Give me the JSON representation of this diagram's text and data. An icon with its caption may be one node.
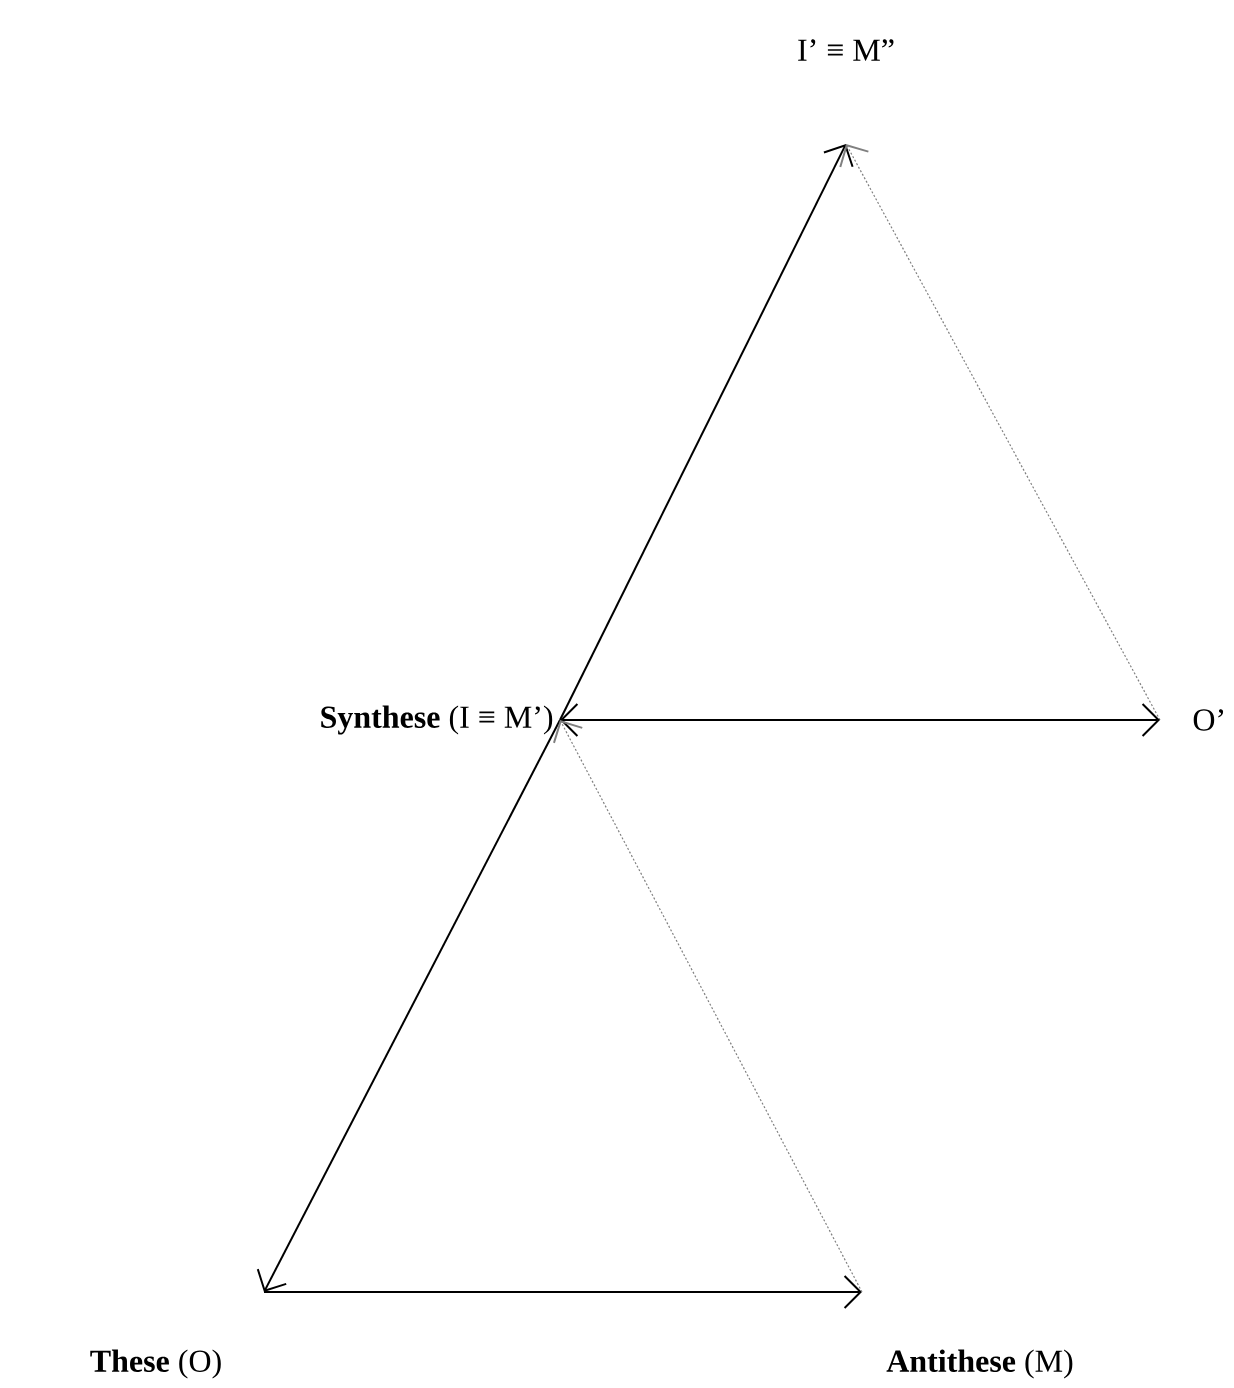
{
  "diagram": {
    "nodes": [
      {
        "text": [
          "I’ ≡ M”"
        ]
      },
      {
        "text": [
          "**Synthese** (I ≡ M’)"
        ]
      },
      {
        "text": [
          "O’"
        ]
      },
      {
        "text": [
          "**These** (O)"
        ]
      },
      {
        "text": [
          "**Antithese** (M)"
        ]
      }
    ],
    "edges": [
      {
        "from": 1,
        "to": 0,
        "arrow": "to"
      },
      {
        "from": 2,
        "to": 0,
        "arrow": "to",
        "style": "dashed",
        "color": "#808080"
      },
      {
        "from": 1,
        "to": 2,
        "arrow": "both"
      },
      {
        "from": 1,
        "to": 3,
        "arrow": "to"
      },
      {
        "from": 3,
        "to": 4,
        "arrow": "to"
      },
      {
        "from": 4,
        "to": 1,
        "arrow": "to",
        "style": "dashed",
        "color": "#808080"
      }
    ]
  }
}
